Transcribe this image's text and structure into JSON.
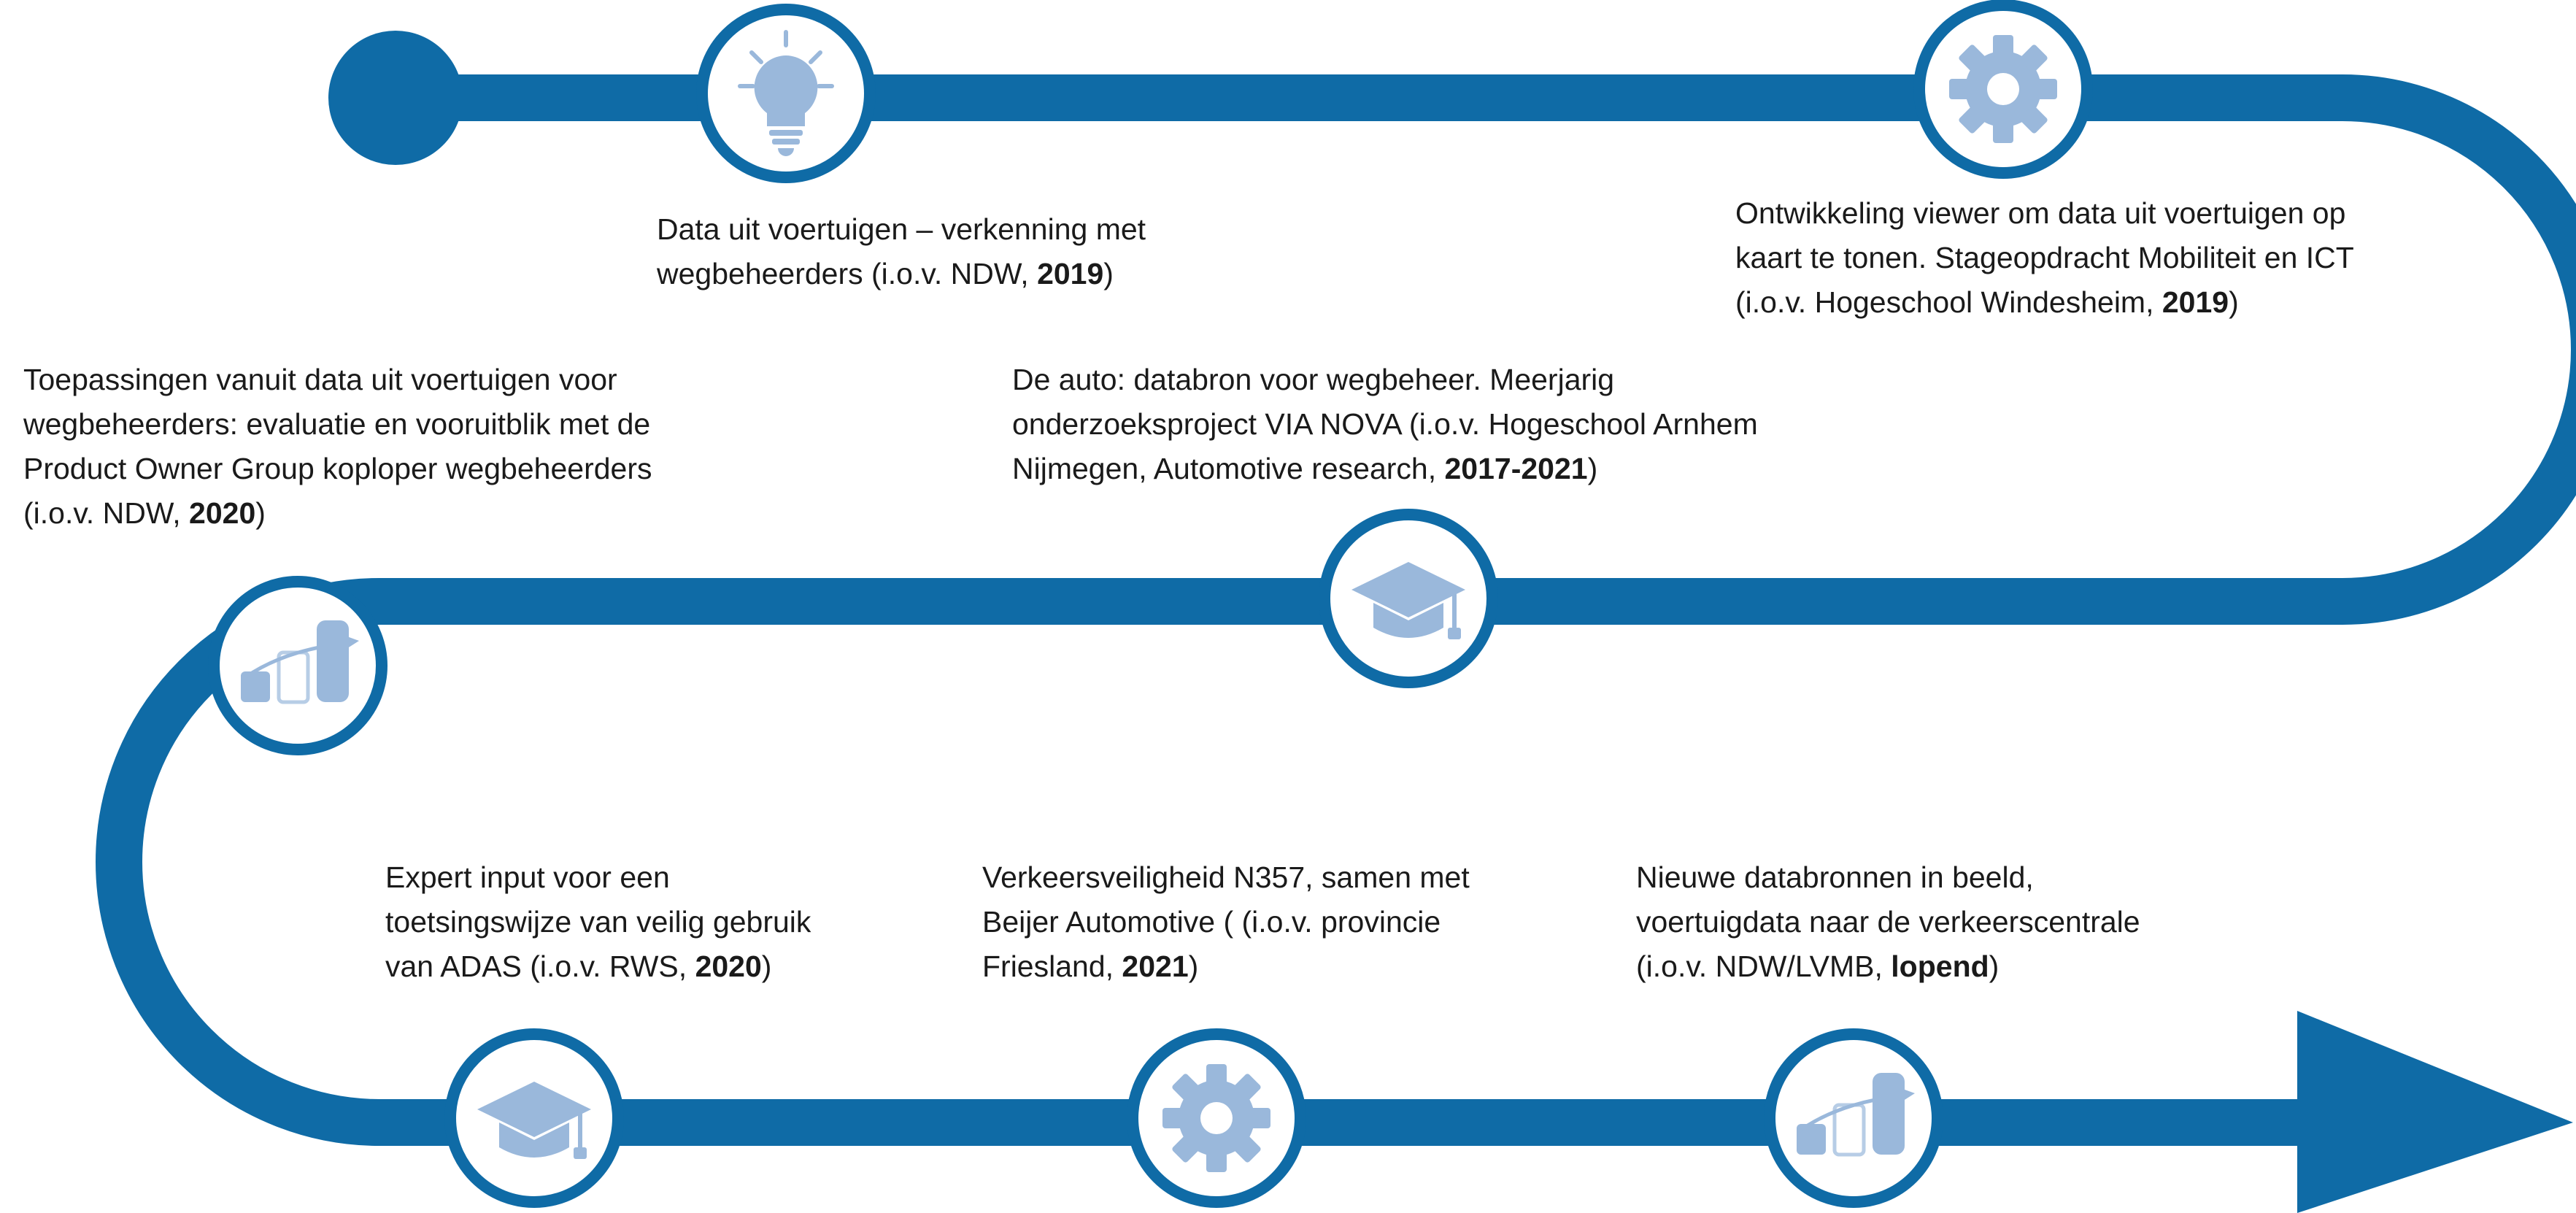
{
  "colors": {
    "road": "#0f6ba6",
    "node_fill": "#ffffff",
    "icon": "#9ab8db",
    "icon_outline": "#b7cde6"
  },
  "milestones": [
    {
      "id": "m1",
      "icon": "lightbulb-icon",
      "lines": [
        "Data uit voertuigen – verkenning met",
        "wegbeheerders (i.o.v. NDW, "
      ],
      "bold": "2019",
      "after": ")"
    },
    {
      "id": "m2",
      "icon": "gear-icon",
      "lines": [
        "Ontwikkeling viewer om data uit voertuigen op",
        "kaart te tonen. Stageopdracht Mobiliteit en ICT",
        "(i.o.v. Hogeschool Windesheim, "
      ],
      "bold": "2019",
      "after": ")"
    },
    {
      "id": "m3",
      "icon": "graduation-cap-icon",
      "lines": [
        "De auto: databron voor wegbeheer. Meerjarig",
        "onderzoeksproject VIA NOVA (i.o.v. Hogeschool Arnhem",
        "Nijmegen, Automotive research, "
      ],
      "bold": "2017-2021",
      "after": ")"
    },
    {
      "id": "m4",
      "icon": "growth-chart-icon",
      "lines": [
        "Toepassingen vanuit data uit voertuigen voor",
        "wegbeheerders: evaluatie en vooruitblik met de",
        "Product Owner Group koploper wegbeheerders",
        "(i.o.v. NDW, "
      ],
      "bold": "2020",
      "after": ")"
    },
    {
      "id": "m5",
      "icon": "graduation-cap-icon",
      "lines": [
        "Expert input voor een",
        "toetsingswijze van veilig gebruik",
        "van ADAS (i.o.v. RWS, "
      ],
      "bold": "2020",
      "after": ")"
    },
    {
      "id": "m6",
      "icon": "gear-icon",
      "lines": [
        "Verkeersveiligheid N357, samen met",
        "Beijer Automotive ( (i.o.v. provincie",
        "Friesland, "
      ],
      "bold": "2021",
      "after": ")"
    },
    {
      "id": "m7",
      "icon": "growth-chart-icon",
      "lines": [
        "Nieuwe databronnen in beeld,",
        "voertuigdata naar de verkeerscentrale",
        "(i.o.v. NDW/LVMB, "
      ],
      "bold": "lopend",
      "after": ")"
    }
  ]
}
